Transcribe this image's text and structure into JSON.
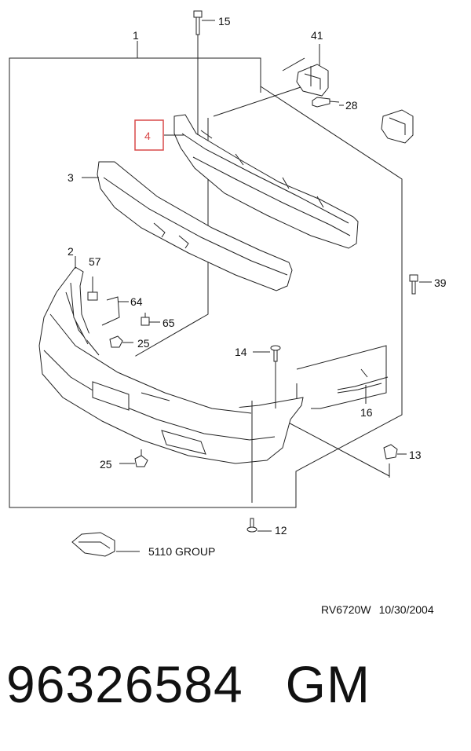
{
  "callouts": [
    {
      "id": "c1",
      "label": "1"
    },
    {
      "id": "c2",
      "label": "2"
    },
    {
      "id": "c3",
      "label": "3"
    },
    {
      "id": "c4",
      "label": "4"
    },
    {
      "id": "c12",
      "label": "12"
    },
    {
      "id": "c13",
      "label": "13"
    },
    {
      "id": "c14",
      "label": "14"
    },
    {
      "id": "c15",
      "label": "15"
    },
    {
      "id": "c16",
      "label": "16"
    },
    {
      "id": "c25a",
      "label": "25"
    },
    {
      "id": "c25b",
      "label": "25"
    },
    {
      "id": "c28",
      "label": "28"
    },
    {
      "id": "c39",
      "label": "39"
    },
    {
      "id": "c41",
      "label": "41"
    },
    {
      "id": "c57",
      "label": "57"
    },
    {
      "id": "c64",
      "label": "64"
    },
    {
      "id": "c65",
      "label": "65"
    },
    {
      "id": "c5110",
      "label": "5110 GROUP"
    }
  ],
  "highlight_color": "#d94a4a",
  "footer": {
    "drawing_code": "RV6720W",
    "date": "10/30/2004"
  },
  "part": {
    "number": "96326584",
    "brand": "GM"
  }
}
